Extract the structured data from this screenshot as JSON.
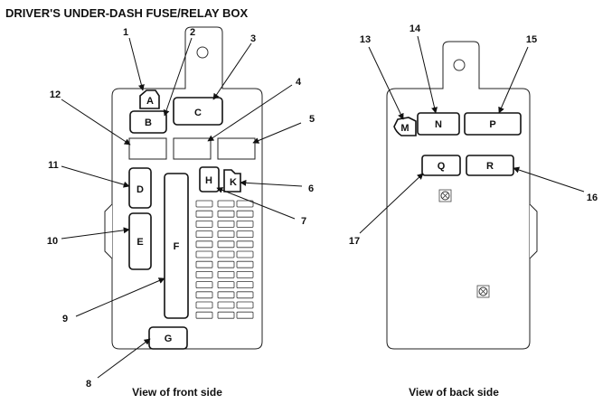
{
  "title": "DRIVER'S UNDER-DASH FUSE/RELAY BOX",
  "front": {
    "caption": "View of front side",
    "boxes": {
      "A": "A",
      "B": "B",
      "C": "C",
      "D": "D",
      "E": "E",
      "F": "F",
      "G": "G",
      "H": "H",
      "K": "K"
    },
    "callouts": [
      "1",
      "2",
      "3",
      "4",
      "5",
      "6",
      "7",
      "8",
      "9",
      "10",
      "11",
      "12"
    ]
  },
  "back": {
    "caption": "View of back side",
    "boxes": {
      "M": "M",
      "N": "N",
      "P": "P",
      "Q": "Q",
      "R": "R"
    },
    "callouts": [
      "13",
      "14",
      "15",
      "16",
      "17"
    ]
  }
}
